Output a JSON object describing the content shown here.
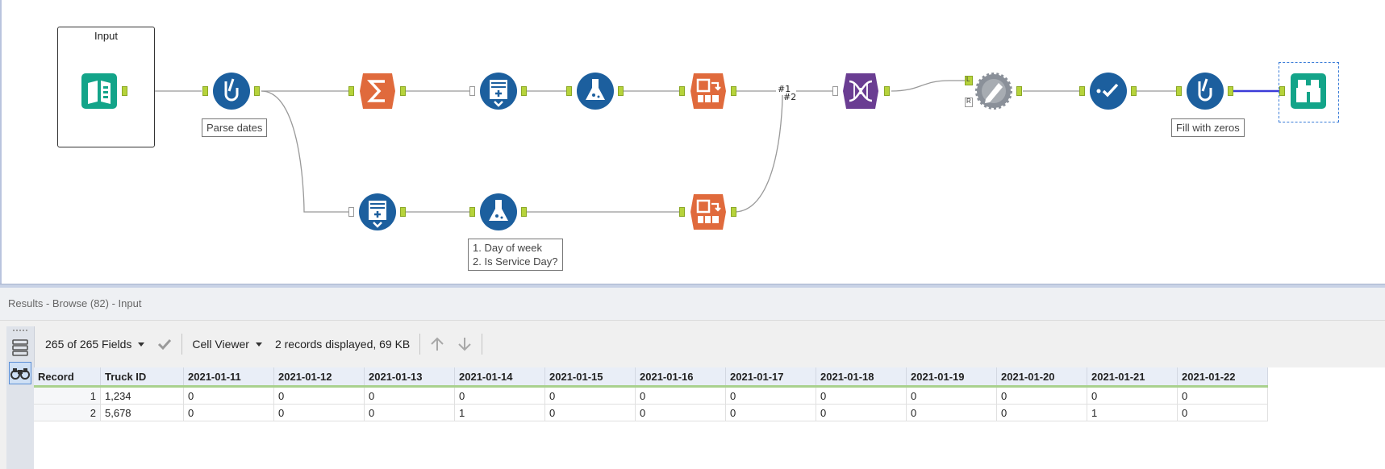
{
  "canvas": {
    "container_title": "Input",
    "annotations": {
      "parse_dates": "Parse dates",
      "fill_zeros": "Fill with zeros",
      "formula_line1": "1. Day of week",
      "formula_line2": "2. Is Service Day?"
    },
    "union_labels": {
      "first": "#1",
      "second": "#2"
    },
    "join_anchor_labels": {
      "left": "L",
      "right": "R"
    },
    "colors": {
      "teal": "#13a489",
      "blue": "#1c5f9e",
      "orange": "#e06a3c",
      "purple": "#6a3d92",
      "gray": "#8a9099",
      "anchor": "#b6d33b",
      "selected_wire": "#3b3bd8"
    },
    "tools": [
      {
        "name": "input-data-tool",
        "icon": "book-icon"
      },
      {
        "name": "formula-tool-parse-dates",
        "icon": "flask-icon"
      },
      {
        "name": "summarize-tool",
        "icon": "sigma-icon"
      },
      {
        "name": "generate-rows-tool-top",
        "icon": "generate-rows-icon"
      },
      {
        "name": "formula-tool-top",
        "icon": "flask-icon"
      },
      {
        "name": "cross-tab-tool-top",
        "icon": "crosstab-icon"
      },
      {
        "name": "union-tool",
        "icon": "union-icon"
      },
      {
        "name": "transpose-tool",
        "icon": "dna-icon"
      },
      {
        "name": "join-tool",
        "icon": "gear-pen-icon"
      },
      {
        "name": "select-tool",
        "icon": "check-icon"
      },
      {
        "name": "formula-tool-fill-zeros",
        "icon": "flask-icon"
      },
      {
        "name": "browse-tool",
        "icon": "binoculars-icon"
      },
      {
        "name": "generate-rows-tool-bottom",
        "icon": "generate-rows-icon"
      },
      {
        "name": "formula-tool-bottom",
        "icon": "flask-icon"
      },
      {
        "name": "cross-tab-tool-bottom",
        "icon": "crosstab-icon"
      }
    ]
  },
  "results": {
    "header": "Results - Browse (82) - Input",
    "toolbar": {
      "fields_label": "265 of 265 Fields",
      "viewer_label": "Cell Viewer",
      "status": "2 records displayed, 69 KB"
    },
    "columns": [
      "Record",
      "Truck ID",
      "2021-01-11",
      "2021-01-12",
      "2021-01-13",
      "2021-01-14",
      "2021-01-15",
      "2021-01-16",
      "2021-01-17",
      "2021-01-18",
      "2021-01-19",
      "2021-01-20",
      "2021-01-21",
      "2021-01-22"
    ],
    "rows": [
      [
        "1",
        "1,234",
        "0",
        "0",
        "0",
        "0",
        "0",
        "0",
        "0",
        "0",
        "0",
        "0",
        "0",
        "0"
      ],
      [
        "2",
        "5,678",
        "0",
        "0",
        "0",
        "1",
        "0",
        "0",
        "0",
        "0",
        "0",
        "0",
        "1",
        "0"
      ]
    ]
  }
}
